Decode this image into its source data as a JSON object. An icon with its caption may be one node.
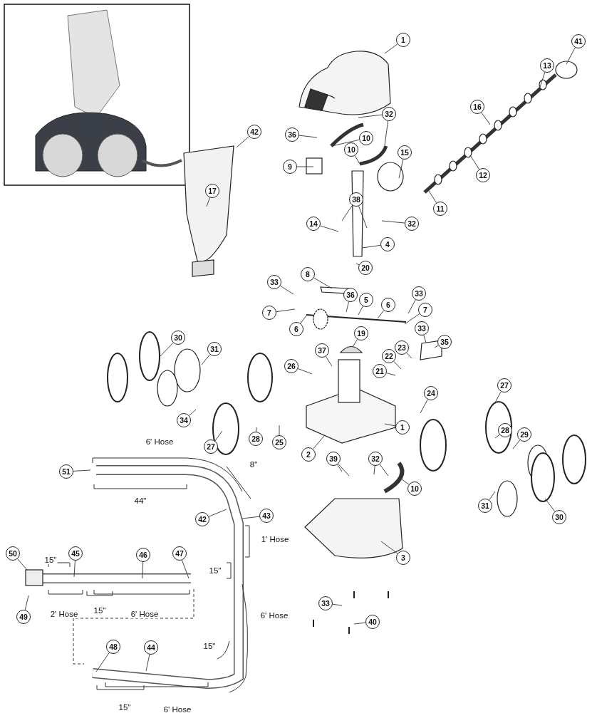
{
  "diagram": {
    "nodes": [
      {
        "text": [
          "1"
        ]
      },
      {
        "text": [
          "41"
        ]
      },
      {
        "text": [
          "13"
        ]
      },
      {
        "text": [
          "36"
        ]
      },
      {
        "text": [
          "32"
        ]
      },
      {
        "text": [
          "10"
        ]
      },
      {
        "text": [
          "16"
        ]
      },
      {
        "text": [
          "10"
        ]
      },
      {
        "text": [
          "15"
        ]
      },
      {
        "text": [
          "9"
        ]
      },
      {
        "text": [
          "12"
        ]
      },
      {
        "text": [
          "42"
        ]
      },
      {
        "text": [
          "17"
        ]
      },
      {
        "text": [
          "38"
        ]
      },
      {
        "text": [
          "11"
        ]
      },
      {
        "text": [
          "32"
        ]
      },
      {
        "text": [
          "14"
        ]
      },
      {
        "text": [
          "4"
        ]
      },
      {
        "text": [
          "20"
        ]
      },
      {
        "text": [
          "36"
        ]
      },
      {
        "text": [
          "8"
        ]
      },
      {
        "text": [
          "33"
        ]
      },
      {
        "text": [
          "5"
        ]
      },
      {
        "text": [
          "6"
        ]
      },
      {
        "text": [
          "33"
        ]
      },
      {
        "text": [
          "7"
        ]
      },
      {
        "text": [
          "7"
        ]
      },
      {
        "text": [
          "6"
        ]
      },
      {
        "text": [
          "19"
        ]
      },
      {
        "text": [
          "33"
        ]
      },
      {
        "text": [
          "35"
        ]
      },
      {
        "text": [
          "37"
        ]
      },
      {
        "text": [
          "23"
        ]
      },
      {
        "text": [
          "22"
        ]
      },
      {
        "text": [
          "21"
        ]
      },
      {
        "text": [
          "30"
        ]
      },
      {
        "text": [
          "31"
        ]
      },
      {
        "text": [
          "26"
        ]
      },
      {
        "text": [
          "24"
        ]
      },
      {
        "text": [
          "27"
        ]
      },
      {
        "text": [
          "34"
        ]
      },
      {
        "text": [
          "27"
        ]
      },
      {
        "text": [
          "28"
        ]
      },
      {
        "text": [
          "25"
        ]
      },
      {
        "text": [
          "1"
        ]
      },
      {
        "text": [
          "28"
        ]
      },
      {
        "text": [
          "29"
        ]
      },
      {
        "text": [
          "2"
        ]
      },
      {
        "text": [
          "39"
        ]
      },
      {
        "text": [
          "32"
        ]
      },
      {
        "text": [
          "10"
        ]
      },
      {
        "text": [
          "31"
        ]
      },
      {
        "text": [
          "30"
        ]
      },
      {
        "text": [
          "3"
        ]
      },
      {
        "text": [
          "33"
        ]
      },
      {
        "text": [
          "40"
        ]
      },
      {
        "text": [
          "51"
        ]
      },
      {
        "text": [
          "42"
        ]
      },
      {
        "text": [
          "43"
        ]
      },
      {
        "text": [
          "50"
        ]
      },
      {
        "text": [
          "45"
        ]
      },
      {
        "text": [
          "46"
        ]
      },
      {
        "text": [
          "47"
        ]
      },
      {
        "text": [
          "49"
        ]
      },
      {
        "text": [
          "48"
        ]
      },
      {
        "text": [
          "44"
        ]
      }
    ],
    "edges": [
      {
        "from": 0,
        "to": null,
        "arrow": "none"
      },
      {
        "from": 1,
        "to": null,
        "arrow": "none"
      },
      {
        "from": 2,
        "to": null,
        "arrow": "none"
      },
      {
        "from": 3,
        "to": null,
        "arrow": "none"
      },
      {
        "from": 4,
        "to": null,
        "arrow": "none"
      },
      {
        "from": 4,
        "to": null,
        "arrow": "none"
      },
      {
        "from": 5,
        "to": null,
        "arrow": "none"
      },
      {
        "from": 6,
        "to": null,
        "arrow": "none"
      },
      {
        "from": 7,
        "to": null,
        "arrow": "none"
      },
      {
        "from": 8,
        "to": null,
        "arrow": "none"
      },
      {
        "from": 9,
        "to": null,
        "arrow": "none"
      },
      {
        "from": 10,
        "to": null,
        "arrow": "none"
      },
      {
        "from": 11,
        "to": null,
        "arrow": "none"
      },
      {
        "from": 12,
        "to": null,
        "arrow": "none"
      },
      {
        "from": 13,
        "to": null,
        "arrow": "none"
      },
      {
        "from": 13,
        "to": null,
        "arrow": "none"
      },
      {
        "from": 14,
        "to": null,
        "arrow": "none"
      },
      {
        "from": 15,
        "to": null,
        "arrow": "none"
      },
      {
        "from": 16,
        "to": null,
        "arrow": "none"
      },
      {
        "from": 17,
        "to": null,
        "arrow": "none"
      },
      {
        "from": 18,
        "to": null,
        "arrow": "none"
      },
      {
        "from": 19,
        "to": null,
        "arrow": "none"
      },
      {
        "from": 20,
        "to": null,
        "arrow": "none"
      },
      {
        "from": 21,
        "to": null,
        "arrow": "none"
      },
      {
        "from": 22,
        "to": null,
        "arrow": "none"
      },
      {
        "from": 23,
        "to": null,
        "arrow": "none"
      },
      {
        "from": 24,
        "to": null,
        "arrow": "none"
      },
      {
        "from": 25,
        "to": null,
        "arrow": "none"
      },
      {
        "from": 26,
        "to": null,
        "arrow": "none"
      },
      {
        "from": 27,
        "to": null,
        "arrow": "none"
      },
      {
        "from": 28,
        "to": null,
        "arrow": "none"
      },
      {
        "from": 29,
        "to": null,
        "arrow": "none"
      },
      {
        "from": 30,
        "to": null,
        "arrow": "none"
      },
      {
        "from": 31,
        "to": null,
        "arrow": "none"
      },
      {
        "from": 32,
        "to": null,
        "arrow": "none"
      },
      {
        "from": 33,
        "to": null,
        "arrow": "none"
      },
      {
        "from": 34,
        "to": null,
        "arrow": "none"
      },
      {
        "from": 35,
        "to": null,
        "arrow": "none"
      },
      {
        "from": 36,
        "to": null,
        "arrow": "none"
      },
      {
        "from": 37,
        "to": null,
        "arrow": "none"
      },
      {
        "from": 38,
        "to": null,
        "arrow": "none"
      },
      {
        "from": 39,
        "to": null,
        "arrow": "none"
      },
      {
        "from": 40,
        "to": null,
        "arrow": "none"
      },
      {
        "from": 41,
        "to": null,
        "arrow": "none"
      },
      {
        "from": 42,
        "to": null,
        "arrow": "none"
      },
      {
        "from": 43,
        "to": null,
        "arrow": "none"
      },
      {
        "from": 44,
        "to": null,
        "arrow": "none"
      },
      {
        "from": 45,
        "to": null,
        "arrow": "none"
      },
      {
        "from": 46,
        "to": null,
        "arrow": "none"
      },
      {
        "from": 47,
        "to": null,
        "arrow": "none"
      },
      {
        "from": 48,
        "to": null,
        "arrow": "none"
      },
      {
        "from": 48,
        "to": null,
        "arrow": "none"
      },
      {
        "from": 49,
        "to": null,
        "arrow": "none"
      },
      {
        "from": 49,
        "to": null,
        "arrow": "none"
      },
      {
        "from": 50,
        "to": null,
        "arrow": "none"
      },
      {
        "from": 51,
        "to": null,
        "arrow": "none"
      },
      {
        "from": 52,
        "to": null,
        "arrow": "none"
      },
      {
        "from": 53,
        "to": null,
        "arrow": "none"
      },
      {
        "from": 54,
        "to": null,
        "arrow": "none"
      },
      {
        "from": 55,
        "to": null,
        "arrow": "none"
      },
      {
        "from": 56,
        "to": null,
        "arrow": "none"
      },
      {
        "from": 57,
        "to": null,
        "arrow": "none"
      },
      {
        "from": 58,
        "to": null,
        "arrow": "none"
      },
      {
        "from": 59,
        "to": null,
        "arrow": "none"
      },
      {
        "from": 60,
        "to": null,
        "arrow": "none"
      },
      {
        "from": 61,
        "to": null,
        "arrow": "none"
      },
      {
        "from": 62,
        "to": null,
        "arrow": "none"
      },
      {
        "from": 63,
        "to": null,
        "arrow": "none"
      },
      {
        "from": 64,
        "to": null,
        "arrow": "none"
      },
      {
        "from": 65,
        "to": null,
        "arrow": "none"
      }
    ],
    "labels": [
      "6' Hose",
      "8\"",
      "44\"",
      "1' Hose",
      "15\"",
      "15\"",
      "15\"",
      "2' Hose",
      "6' Hose",
      "6' Hose",
      "15\"",
      "15\"",
      "6' Hose"
    ]
  }
}
